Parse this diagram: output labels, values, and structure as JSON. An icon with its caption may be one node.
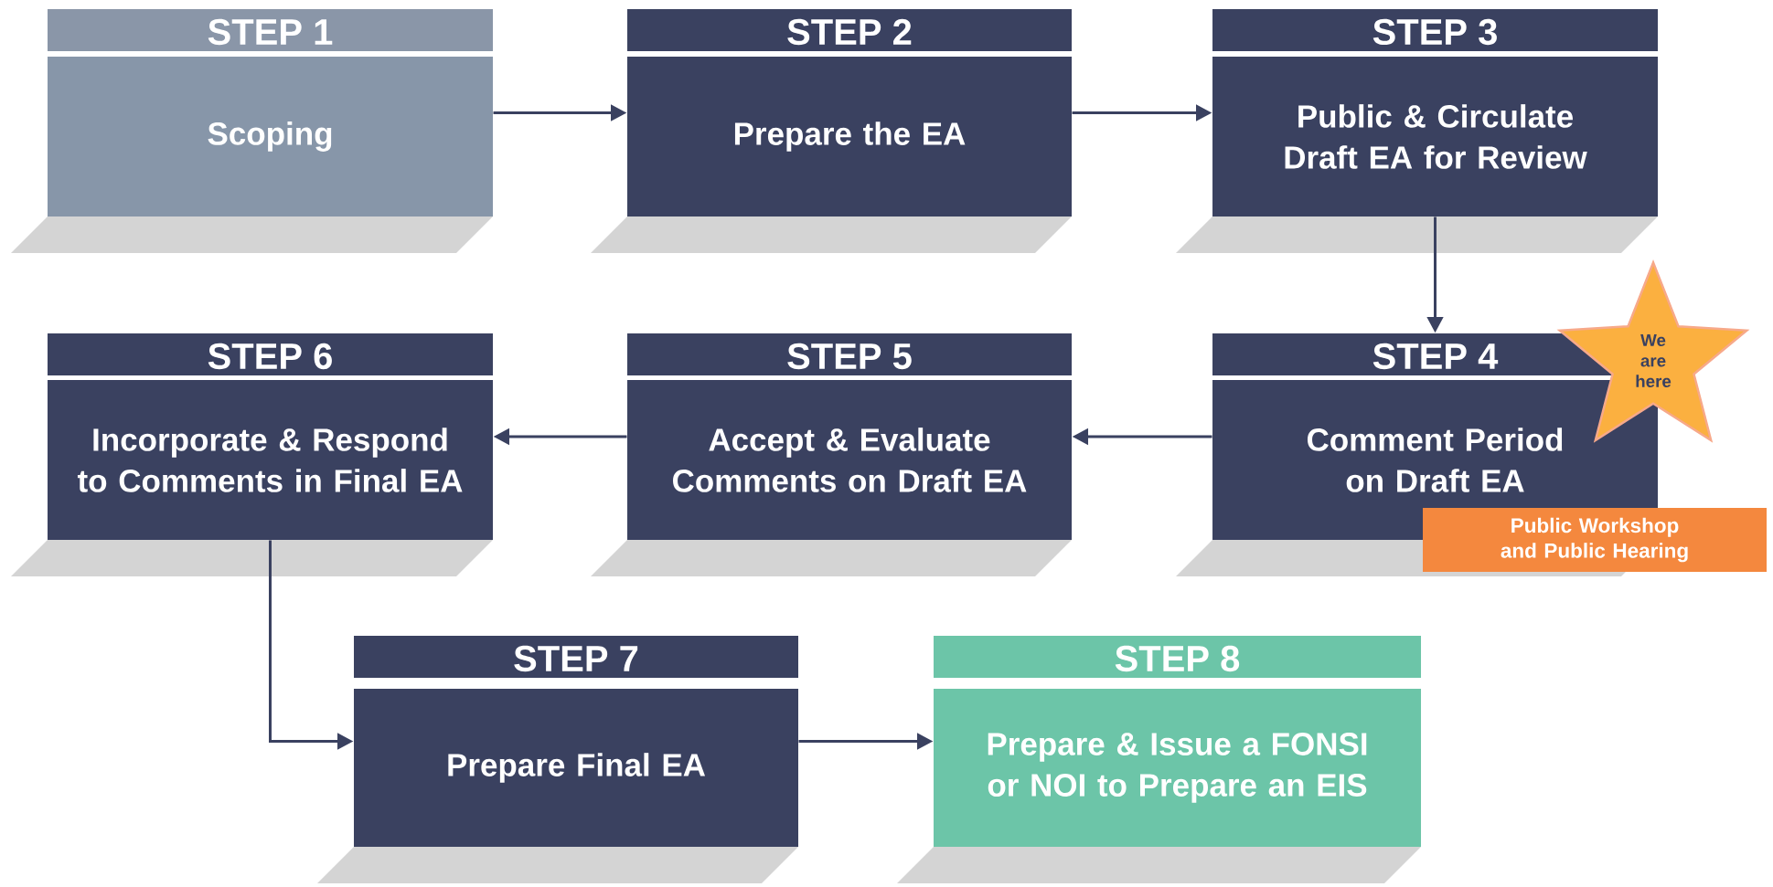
{
  "diagram": {
    "nodes": [
      {
        "text": [
          "STEP 1",
          "Scoping"
        ]
      },
      {
        "text": [
          "STEP 2",
          "Prepare the EA"
        ]
      },
      {
        "text": [
          "STEP 3",
          "Public & Circulate Draft EA for Review"
        ]
      },
      {
        "text": [
          "STEP 4",
          "Comment Period on Draft EA"
        ]
      },
      {
        "text": [
          "STEP 5",
          "Accept & Evaluate Comments on Draft EA"
        ]
      },
      {
        "text": [
          "STEP 6",
          "Incorporate & Respond to Comments in Final EA"
        ]
      },
      {
        "text": [
          "STEP 7",
          "Prepare Final EA"
        ]
      },
      {
        "text": [
          "STEP 8",
          "Prepare & Issue a FONSI or NOI to Prepare an EIS"
        ]
      },
      {
        "text": [
          "We are here"
        ]
      },
      {
        "text": [
          "Public Workshop and Public Hearing"
        ]
      }
    ],
    "edges": [
      {
        "from": 0,
        "to": 1,
        "arrow": "to"
      },
      {
        "from": 1,
        "to": 2,
        "arrow": "to"
      },
      {
        "from": 2,
        "to": 3,
        "arrow": "to"
      },
      {
        "from": 3,
        "to": 4,
        "arrow": "to"
      },
      {
        "from": 4,
        "to": 5,
        "arrow": "to"
      },
      {
        "from": 5,
        "to": 6,
        "arrow": "to"
      },
      {
        "from": 6,
        "to": 7,
        "arrow": "to"
      }
    ]
  }
}
